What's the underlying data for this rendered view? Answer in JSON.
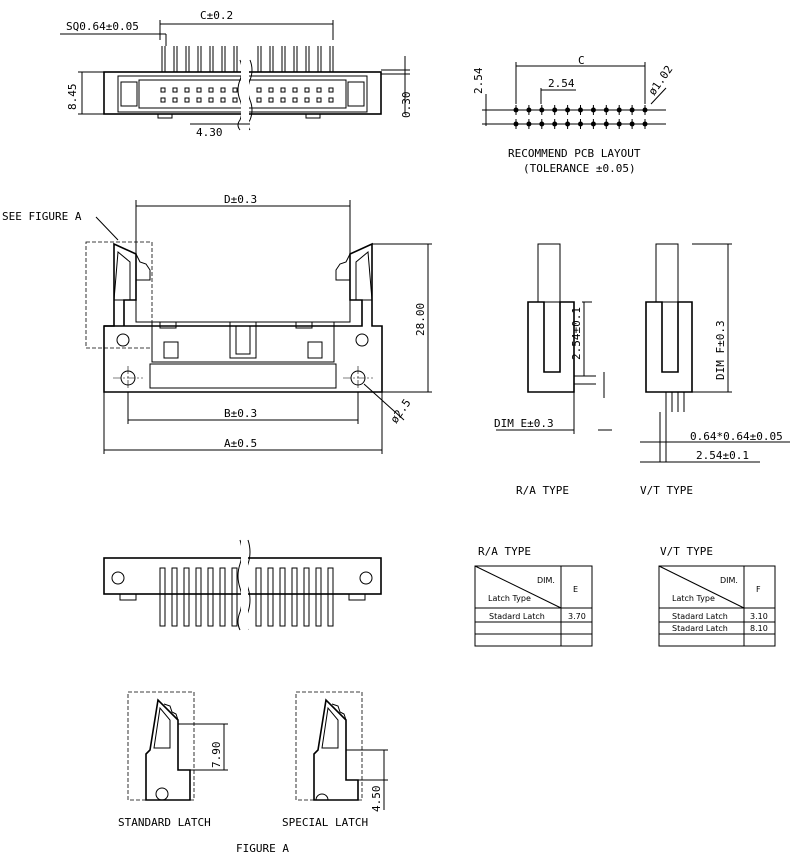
{
  "top_view": {
    "sq_label": "SQ0.64±0.05",
    "c_label": "C±0.2",
    "h_label": "8.45",
    "pitch_label": "4.30",
    "offset_label": "0.30"
  },
  "pcb": {
    "pitch_v": "2.54",
    "c_label": "C",
    "pitch_h": "2.54",
    "hole_label": "ø1.02",
    "title": "RECOMMEND PCB LAYOUT",
    "tolerance": "(TOLERANCE ±0.05)"
  },
  "front_view": {
    "see_figure": "SEE FIGURE A",
    "d_label": "D±0.3",
    "height_label": "28.00",
    "b_label": "B±0.3",
    "a_label": "A±0.5",
    "hole_label": "ø2.5"
  },
  "side_views": {
    "ra_dim": "2.54±0.1",
    "vt_dim": "DIM F±0.3",
    "e_label": "DIM E±0.3",
    "pin_label": "0.64*0.64±0.05",
    "pitch_label": "2.54±0.1",
    "ra_title": "R/A TYPE",
    "vt_title": "V/T TYPE"
  },
  "tables": {
    "ra": {
      "title": "R/A TYPE",
      "dim": "DIM.",
      "latch": "Latch Type",
      "col": "E",
      "rows": [
        [
          "Stadard Latch",
          "3.70"
        ],
        [
          "",
          ""
        ]
      ]
    },
    "vt": {
      "title": "V/T TYPE",
      "dim": "DIM.",
      "latch": "Latch Type",
      "col": "F",
      "rows": [
        [
          "Stadard Latch",
          "3.10"
        ],
        [
          "Stadard Latch",
          "8.10"
        ]
      ]
    }
  },
  "figure_a": {
    "standard_dim": "7.90",
    "special_dim": "4.50",
    "standard_label": "STANDARD LATCH",
    "special_label": "SPECIAL LATCH",
    "caption": "FIGURE A"
  }
}
